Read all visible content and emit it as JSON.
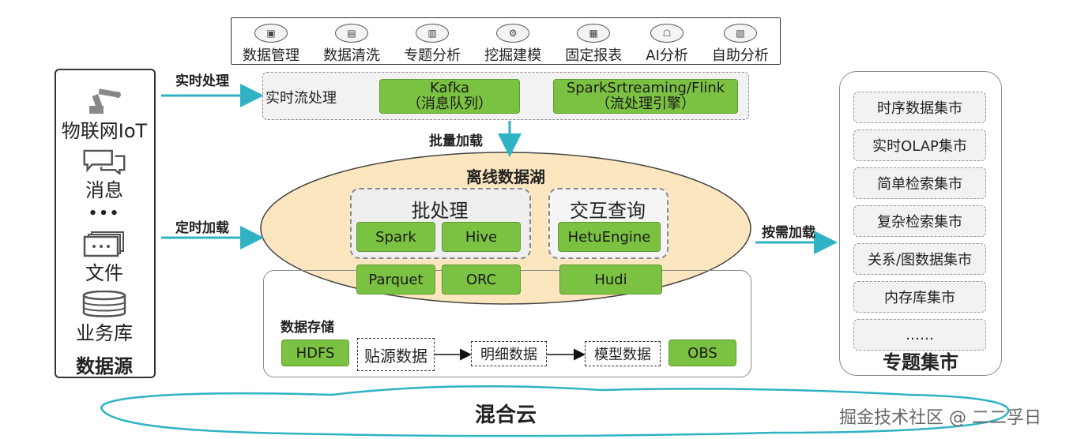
{
  "tools": {
    "items": [
      {
        "label": "数据管理",
        "icon": "data-management-icon"
      },
      {
        "label": "数据清洗",
        "icon": "data-cleaning-icon"
      },
      {
        "label": "专题分析",
        "icon": "topic-analysis-icon"
      },
      {
        "label": "挖掘建模",
        "icon": "mining-modeling-icon"
      },
      {
        "label": "固定报表",
        "icon": "fixed-report-icon"
      },
      {
        "label": "AI分析",
        "icon": "ai-analysis-icon"
      },
      {
        "label": "自助分析",
        "icon": "self-service-icon"
      }
    ]
  },
  "sources": {
    "items": [
      {
        "label": "物联网IoT",
        "icon": "robot-arm-icon"
      },
      {
        "label": "消息",
        "icon": "chat-icon"
      },
      {
        "label": "•••",
        "icon": ""
      },
      {
        "label": "文件",
        "icon": "files-icon"
      },
      {
        "label": "业务库",
        "icon": "database-icon"
      }
    ],
    "title": "数据源"
  },
  "arrows": {
    "realtime": "实时处理",
    "scheduled": "定时加载",
    "batch_load": "批量加载",
    "on_demand": "按需加载"
  },
  "stream": {
    "label": "实时流处理",
    "kafka": {
      "name": "Kafka",
      "desc": "（消息队列）"
    },
    "flink": {
      "name": "SparkSrtreaming/Flink",
      "desc": "（流处理引擎）"
    }
  },
  "lake": {
    "title": "离线数据湖",
    "batch": {
      "title": "批处理",
      "items": [
        "Spark",
        "Hive"
      ]
    },
    "interactive": {
      "title": "交互查询",
      "items": [
        "HetuEngine"
      ]
    },
    "formats": [
      "Parquet",
      "ORC",
      "Hudi"
    ]
  },
  "storage": {
    "title": "数据存储",
    "hdfs": "HDFS",
    "flow": [
      "贴源数据",
      "明细数据",
      "模型数据"
    ],
    "obs": "OBS"
  },
  "marts": {
    "items": [
      "时序数据集市",
      "实时OLAP集市",
      "简单检索集市",
      "复杂检索集市",
      "关系/图数据集市",
      "内存库集市",
      "……"
    ],
    "title": "专题集市"
  },
  "cloud": "混合云",
  "watermark": "掘金技术社区 @ 二二孚日",
  "colors": {
    "green": "#7cc242",
    "teal": "#2fb3c4",
    "lake": "#fbe6bf"
  }
}
